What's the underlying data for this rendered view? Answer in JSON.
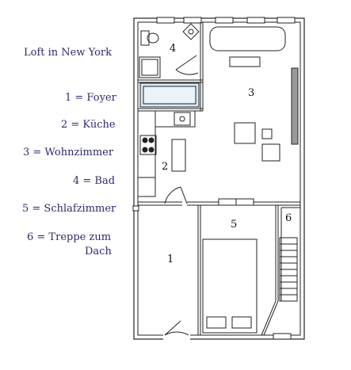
{
  "title": "Loft in New York",
  "legend": [
    {
      "label": "1 = Foyer"
    },
    {
      "label": "2 = Küche"
    },
    {
      "label": "3 = Wohnzimmer"
    },
    {
      "label": "4 = Bad"
    },
    {
      "label": "5 = Schlafzimmer"
    },
    {
      "label": "6 = Treppe zum"
    },
    {
      "label": "Dach"
    }
  ],
  "rooms": [
    {
      "number": "1"
    },
    {
      "number": "2"
    },
    {
      "number": "3"
    },
    {
      "number": "4"
    },
    {
      "number": "5"
    },
    {
      "number": "6"
    }
  ]
}
